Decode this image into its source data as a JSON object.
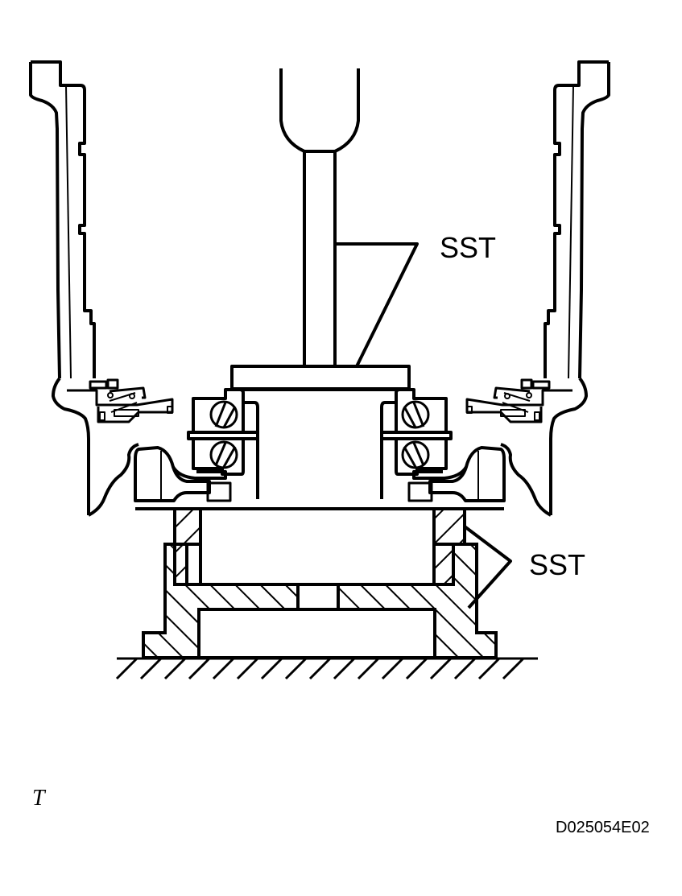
{
  "figure": {
    "type": "technical-illustration",
    "subject": "hub bearing press-fit with special service tools",
    "background_color": "#ffffff",
    "line_color": "#000000"
  },
  "labels": {
    "sst_upper": "SST",
    "sst_lower": "SST",
    "figure_code": "D025054E02",
    "corner_mark": "T"
  },
  "components": {
    "press_ram": "press-ram",
    "upper_sst": "bearing-driver-sst",
    "lower_sst": "support-sst",
    "hub_housing": "axle-hub-housing",
    "bearing": "double-row-ball-bearing",
    "oil_seals": "oil-seal",
    "base": "press-table"
  }
}
